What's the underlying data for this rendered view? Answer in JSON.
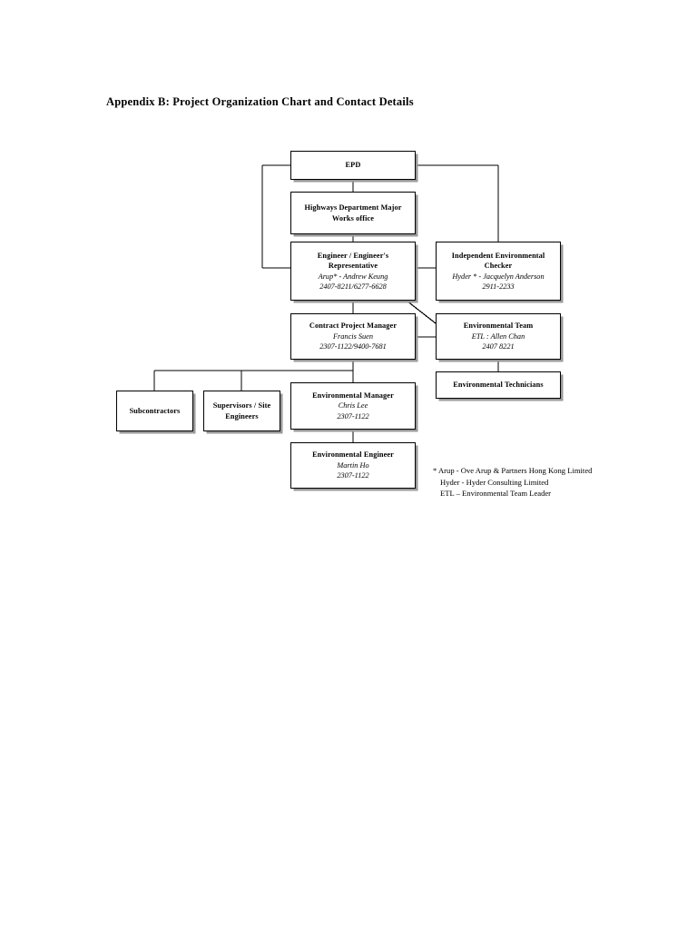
{
  "document": {
    "title": "Appendix B: Project Organization Chart and Contact Details"
  },
  "chart_data": {
    "type": "diagram",
    "diagram_kind": "organization-chart",
    "title": "Appendix B: Project Organization Chart and Contact Details",
    "nodes": [
      {
        "id": "epd",
        "title": "EPD",
        "person": "",
        "tel": ""
      },
      {
        "id": "hyd",
        "title": "Highways Department Major Works office",
        "person": "",
        "tel": ""
      },
      {
        "id": "engineer",
        "title": "Engineer / Engineer's Representative",
        "person": "Arup* - Andrew Keung",
        "tel": "2407-8211/6277-6628"
      },
      {
        "id": "iec",
        "title": "Independent Environmental Checker",
        "person": "Hyder * - Jacquelyn Anderson",
        "tel": "2911-2233"
      },
      {
        "id": "cpm",
        "title": "Contract Project Manager",
        "person": "Francis Suen",
        "tel": "2307-1122/9400-7681"
      },
      {
        "id": "envteam",
        "title": "Environmental Team",
        "person": "ETL :  Allen Chan",
        "tel": "2407 8221"
      },
      {
        "id": "envtech",
        "title": "Environmental Technicians",
        "person": "",
        "tel": ""
      },
      {
        "id": "subcontractors",
        "title": "Subcontractors",
        "person": "",
        "tel": ""
      },
      {
        "id": "supervisors",
        "title": "Supervisors / Site Engineers",
        "person": "",
        "tel": ""
      },
      {
        "id": "envmanager",
        "title": "Environmental Manager",
        "person": "Chris Lee",
        "tel": "2307-1122"
      },
      {
        "id": "envengineer",
        "title": "Environmental Engineer",
        "person": "Martin Ho",
        "tel": "2307-1122"
      }
    ],
    "edges": [
      {
        "from": "epd",
        "to": "hyd"
      },
      {
        "from": "epd",
        "to": "engineer"
      },
      {
        "from": "epd",
        "to": "iec"
      },
      {
        "from": "hyd",
        "to": "engineer"
      },
      {
        "from": "engineer",
        "to": "iec"
      },
      {
        "from": "engineer",
        "to": "cpm"
      },
      {
        "from": "engineer",
        "to": "envteam"
      },
      {
        "from": "cpm",
        "to": "envteam"
      },
      {
        "from": "envteam",
        "to": "envtech"
      },
      {
        "from": "cpm",
        "to": "subcontractors"
      },
      {
        "from": "cpm",
        "to": "supervisors"
      },
      {
        "from": "cpm",
        "to": "envmanager"
      },
      {
        "from": "envmanager",
        "to": "envengineer"
      }
    ]
  },
  "legend": {
    "lines": [
      "* Arup - Ove Arup & Partners Hong Kong Limited",
      "Hyder - Hyder Consulting Limited",
      "ETL – Environmental Team Leader"
    ]
  }
}
